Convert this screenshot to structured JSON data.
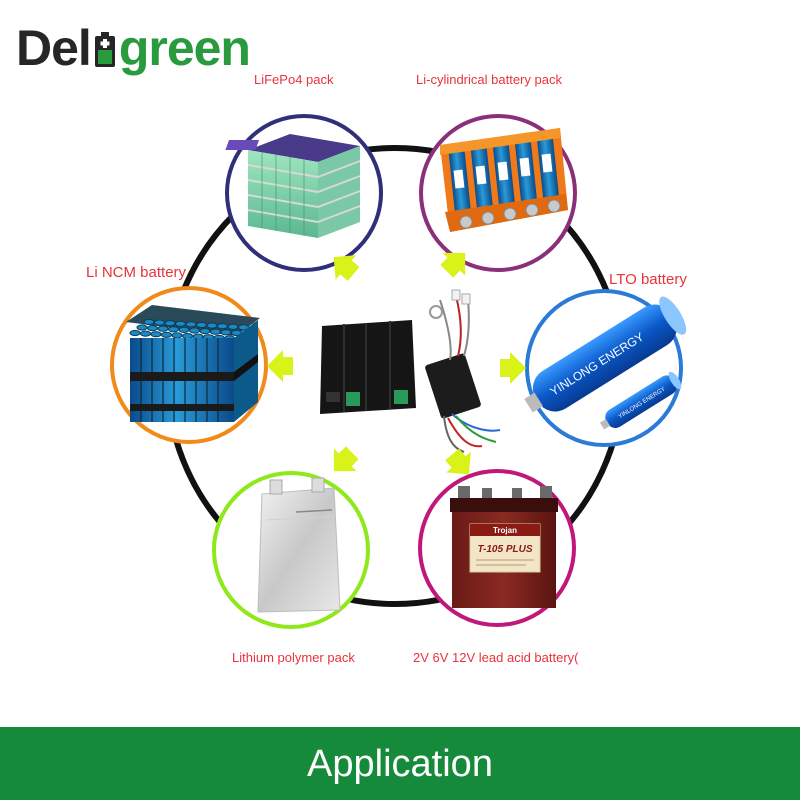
{
  "brand": {
    "dark": "Del",
    "green": "green",
    "dark_color": "#262626",
    "green_color": "#2a9a3e"
  },
  "labels": {
    "lifepo4": "LiFePo4 pack",
    "cylindrical": "Li-cylindrical battery pack",
    "ncm": "Li NCM battery",
    "lto": "LTO battery",
    "polymer": "Lithium polymer pack",
    "lead_acid": "2V 6V 12V lead acid battery("
  },
  "product_text": {
    "lto_brand": "YINLONG ENERGY",
    "trojan_brand": "Trojan",
    "trojan_model": "T-105 PLUS"
  },
  "footer": {
    "title": "Application",
    "color": "#148a3a"
  },
  "colors": {
    "label": "#e8323c",
    "arrow": "#d8f21a",
    "lifepo4_ring": "#2f2f7a",
    "cylindrical_ring": "#8a2f7a",
    "ncm_ring": "#f08a1a",
    "lto_ring": "#2a7ad8",
    "polymer_ring": "#8ee81a",
    "lead_acid_ring": "#c0187a"
  }
}
